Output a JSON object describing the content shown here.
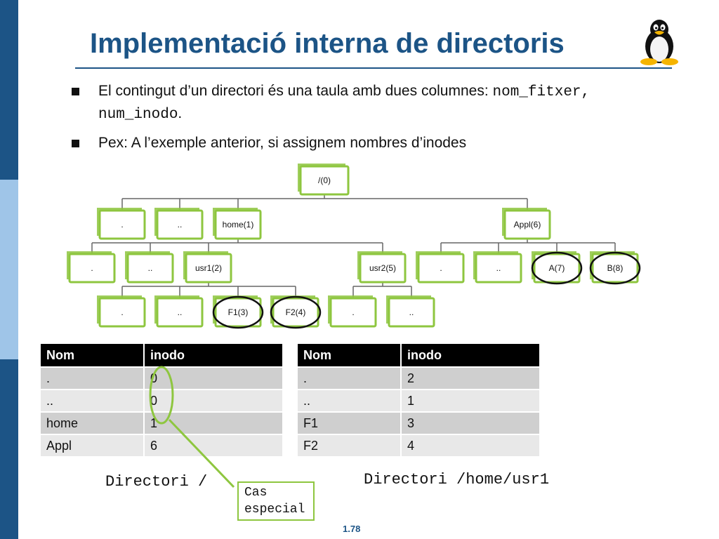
{
  "slide": {
    "title": "Implementació interna de directoris",
    "page_number": "1.78",
    "bullets": [
      {
        "before": "El contingut d’un directori és una taula amb dues columnes",
        "colon": ": ",
        "code1": "nom_fitxer,",
        "code2": "num_inodo",
        "after": "."
      },
      {
        "text": "Pex: A l’exemple anterior, si assignem nombres d’inodes"
      }
    ]
  },
  "colors": {
    "title": "#1c5486",
    "node_border": "#8ec63f",
    "sidebar_dark": "#1c5486",
    "sidebar_light": "#9fc5e8"
  },
  "tree": {
    "nodes": [
      {
        "id": "root",
        "label": "/(0)",
        "parent": null
      },
      {
        "id": "r_dot",
        "label": ".",
        "parent": "root"
      },
      {
        "id": "r_dotdot",
        "label": "..",
        "parent": "root"
      },
      {
        "id": "home",
        "label": "home(1)",
        "parent": "root"
      },
      {
        "id": "appl",
        "label": "Appl(6)",
        "parent": "root"
      },
      {
        "id": "h_dot",
        "label": ".",
        "parent": "home"
      },
      {
        "id": "h_dotdot",
        "label": "..",
        "parent": "home"
      },
      {
        "id": "usr1",
        "label": "usr1(2)",
        "parent": "home"
      },
      {
        "id": "usr2",
        "label": "usr2(5)",
        "parent": "home"
      },
      {
        "id": "a_dot",
        "label": ".",
        "parent": "appl"
      },
      {
        "id": "a_dotdot",
        "label": "..",
        "parent": "appl"
      },
      {
        "id": "A",
        "label": "A(7)",
        "parent": "appl",
        "file": true
      },
      {
        "id": "B",
        "label": "B(8)",
        "parent": "appl",
        "file": true
      },
      {
        "id": "u1_dot",
        "label": ".",
        "parent": "usr1"
      },
      {
        "id": "u1_dotdot",
        "label": "..",
        "parent": "usr1"
      },
      {
        "id": "F1",
        "label": "F1(3)",
        "parent": "usr1",
        "file": true
      },
      {
        "id": "F2",
        "label": "F2(4)",
        "parent": "usr1",
        "file": true
      },
      {
        "id": "u2_dot",
        "label": ".",
        "parent": "usr2"
      },
      {
        "id": "u2_dotdot",
        "label": "..",
        "parent": "usr2"
      }
    ]
  },
  "table_root": {
    "headers": [
      "Nom",
      "inodo"
    ],
    "rows": [
      [
        ".",
        "0"
      ],
      [
        "..",
        "0"
      ],
      [
        "home",
        "1"
      ],
      [
        "Appl",
        "6"
      ]
    ],
    "caption": "Directori /"
  },
  "table_usr1": {
    "headers": [
      "Nom",
      "inodo"
    ],
    "rows": [
      [
        ".",
        "2"
      ],
      [
        "..",
        "1"
      ],
      [
        "F1",
        "3"
      ],
      [
        "F2",
        "4"
      ]
    ],
    "caption": "Directori /home/usr1"
  },
  "callout": {
    "line1": "Cas",
    "line2": "especial"
  }
}
